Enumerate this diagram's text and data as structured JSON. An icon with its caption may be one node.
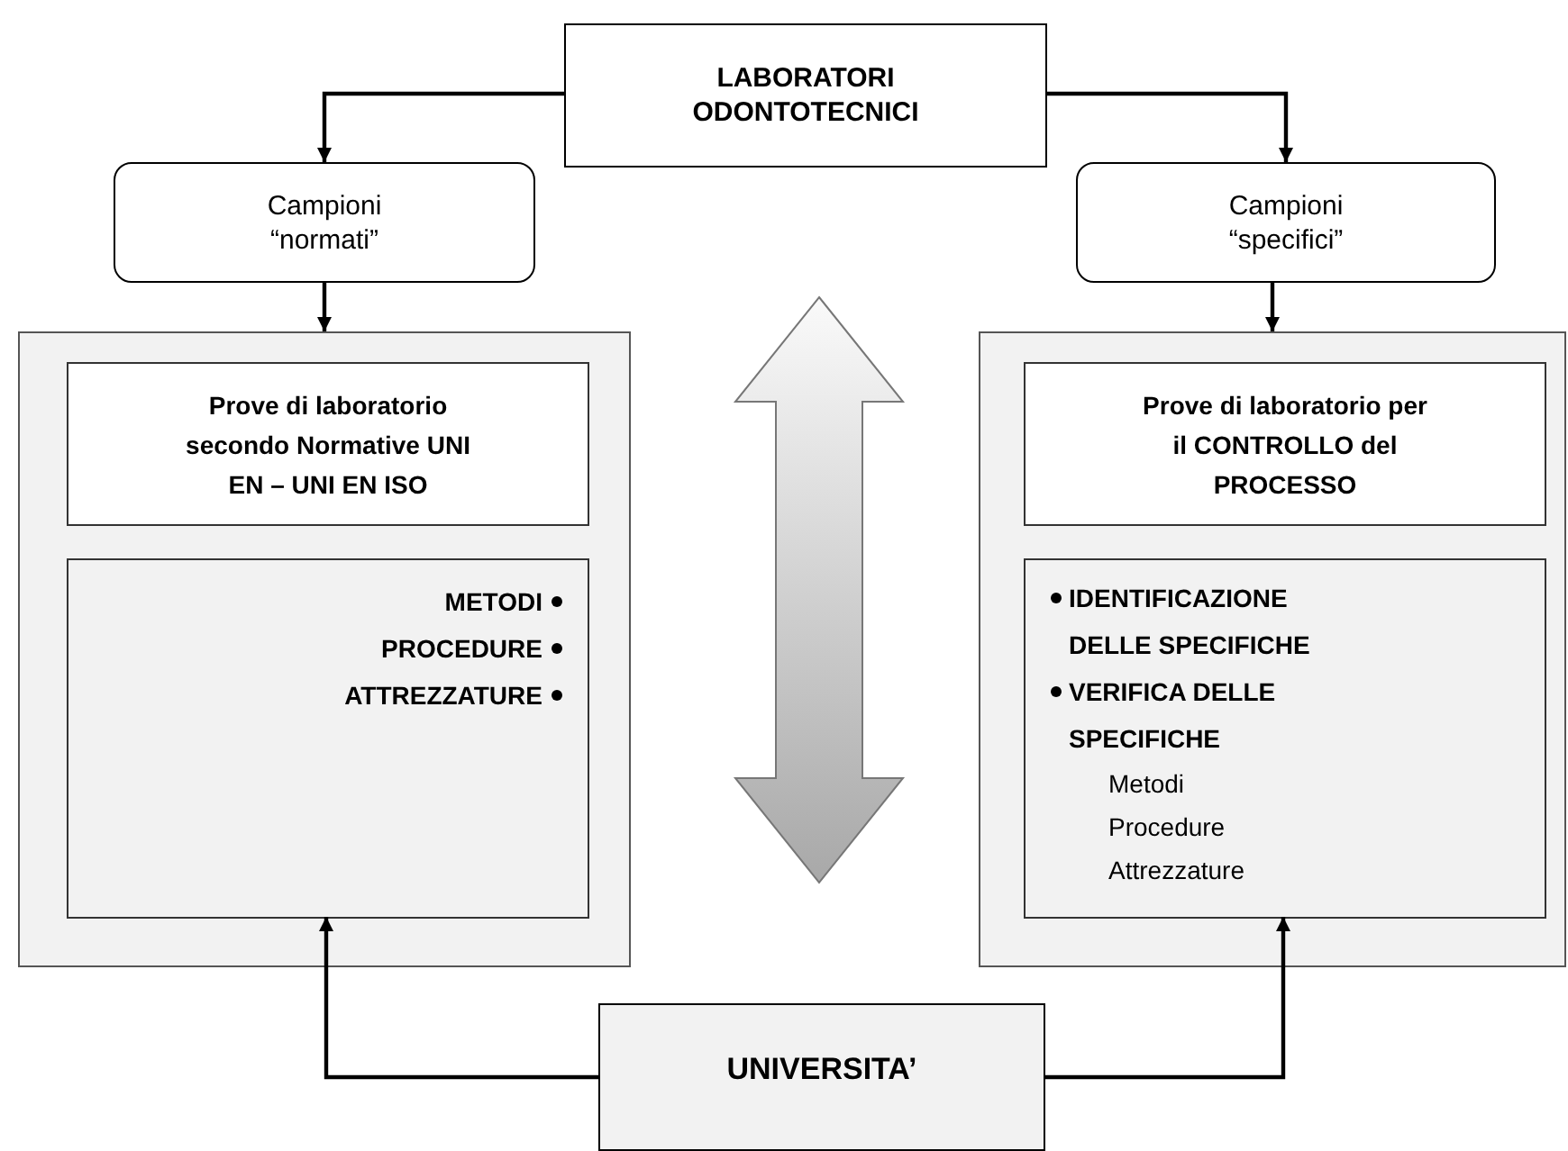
{
  "diagram": {
    "nodes": [
      {
        "text": [
          "LABORATORI ODONTOTECNICI"
        ]
      },
      {
        "text": [
          "Campioni “normati”"
        ]
      },
      {
        "text": [
          "Campioni “specifici”"
        ]
      },
      {
        "text": [],
        "shape": "box"
      },
      {
        "text": [
          "Prove di laboratorio secondo Normative UNI EN – UNI EN ISO"
        ],
        "in": 3
      },
      {
        "text": [
          "METODI",
          "PROCEDURE",
          "ATTREZZATURE"
        ],
        "in": 3
      },
      {
        "text": [],
        "shape": "box"
      },
      {
        "text": [
          "Prove di laboratorio per il CONTROLLO del PROCESSO"
        ],
        "in": 6
      },
      {
        "text": [
          "IDENTIFICAZIONE DELLE SPECIFICHE",
          "VERIFICA DELLE SPECIFICHE",
          "Metodi",
          "Procedure",
          "Attrezzature"
        ],
        "in": 6
      },
      {
        "text": [],
        "shape": "arrow"
      },
      {
        "text": [
          "UNIVERSITA’"
        ]
      }
    ],
    "edges": [
      {
        "from": 0,
        "to": 1,
        "arrow": "to"
      },
      {
        "from": 0,
        "to": 2,
        "arrow": "to"
      },
      {
        "from": 1,
        "to": 3,
        "arrow": "to"
      },
      {
        "from": 2,
        "to": 6,
        "arrow": "to"
      },
      {
        "from": 10,
        "to": 5,
        "arrow": "to"
      },
      {
        "from": 10,
        "to": 8,
        "arrow": "to"
      }
    ]
  }
}
